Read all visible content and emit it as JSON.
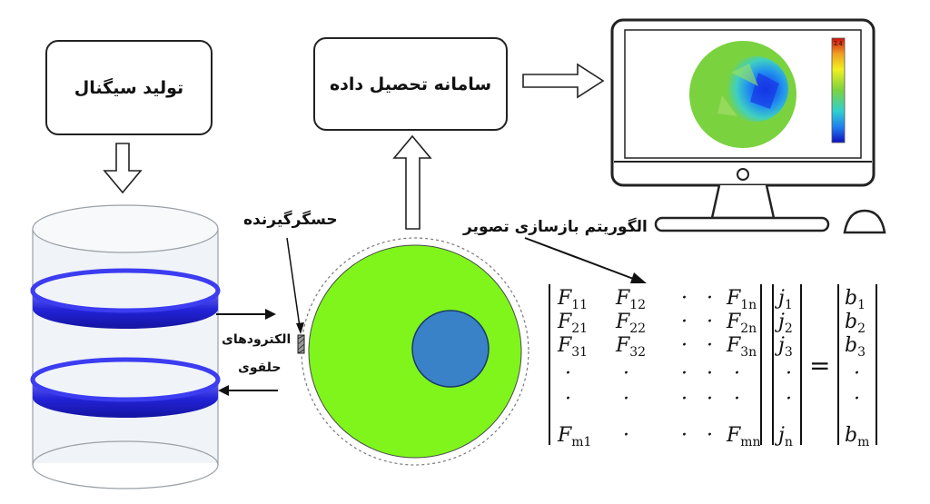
{
  "boxes": {
    "signal_generation": "تولید سیگنال",
    "data_acquisition": "سامانه تحصیل داده"
  },
  "labels": {
    "receiving_sensor": "حسگرگیرنده",
    "ring_electrodes_line1": "الکترودهای",
    "ring_electrodes_line2": "حلقوی",
    "reconstruction_algorithm": "الگوریتم بازسازی تصویر"
  },
  "monitor": {
    "colorbar_max": "2.4",
    "colors": {
      "background": "#7ad23f",
      "inclusion_low": "#1030e0",
      "colorbar_top": "#d01010"
    }
  },
  "equation": {
    "matrix_rows": [
      [
        [
          "F",
          "11"
        ],
        [
          "F",
          "12"
        ],
        [
          "·",
          ""
        ],
        [
          "·",
          ""
        ],
        [
          "F",
          "1n"
        ]
      ],
      [
        [
          "F",
          "21"
        ],
        [
          "F",
          "22"
        ],
        [
          "·",
          ""
        ],
        [
          "·",
          ""
        ],
        [
          "F",
          "2n"
        ]
      ],
      [
        [
          "F",
          "31"
        ],
        [
          "F",
          "32"
        ],
        [
          "·",
          ""
        ],
        [
          "·",
          ""
        ],
        [
          "F",
          "3n"
        ]
      ],
      [
        [
          "·",
          ""
        ],
        [
          "·",
          ""
        ],
        [
          "·",
          ""
        ],
        [
          "·",
          ""
        ],
        [
          "·",
          ""
        ]
      ],
      [
        [
          "·",
          ""
        ],
        [
          "·",
          ""
        ],
        [
          "·",
          ""
        ],
        [
          "·",
          ""
        ],
        [
          "·",
          ""
        ]
      ],
      [
        [
          "F",
          "m1"
        ],
        [
          "·",
          ""
        ],
        [
          "·",
          ""
        ],
        [
          "·",
          ""
        ],
        [
          "F",
          "mn"
        ]
      ]
    ],
    "j_vector": [
      [
        "j",
        "1"
      ],
      [
        "j",
        "2"
      ],
      [
        "j",
        "3"
      ],
      [
        "·",
        ""
      ],
      [
        "·",
        ""
      ],
      [
        "j",
        "n"
      ]
    ],
    "b_vector": [
      [
        "b",
        "1"
      ],
      [
        "b",
        "2"
      ],
      [
        "b",
        "3"
      ],
      [
        "·",
        ""
      ],
      [
        "·",
        ""
      ],
      [
        "b",
        "m"
      ]
    ],
    "equals": "="
  },
  "colors": {
    "phantom_green": "#7ff51c",
    "inclusion_blue": "#3a82c8",
    "electrode_blue": "#2f2fe0"
  }
}
